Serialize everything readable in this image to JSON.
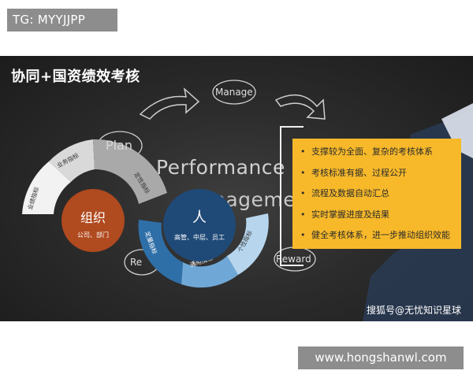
{
  "top_tag": {
    "text": "TG: MYYJJPP"
  },
  "slide": {
    "title": "协同+国资绩效考核",
    "cycle_text_line1": "Performance",
    "cycle_text_line2": "nagement Cycle",
    "bubbles": {
      "manage": "Manage",
      "plan": "Plan",
      "review": "Re",
      "reward": "Reward"
    },
    "left_arc_segments": [
      "业绩指标",
      "业务指标",
      "定性指标"
    ],
    "right_arc_segments": [
      "定量指标",
      "通用指标",
      "个性指标"
    ],
    "org_circle": {
      "title": "组织",
      "subtitle": "公司、部门"
    },
    "people_circle": {
      "title": "人",
      "subtitle": "高管、中层、员工"
    },
    "features": [
      "支撑较为全面、复杂的考核体系",
      "考核标准有据、过程公开",
      "流程及数据自动汇总",
      "实时掌握进度及结果",
      "健全考核体系，进一步推动组织效能"
    ],
    "bullet_char": "•",
    "watermark": "搜狐号@无忧知识星球",
    "colors": {
      "accent_yellow": "#f7b92a",
      "org_red": "#b04a1f",
      "people_blue": "#1f4a78"
    }
  },
  "url_badge": {
    "text": "www.hongshanwl.com"
  }
}
